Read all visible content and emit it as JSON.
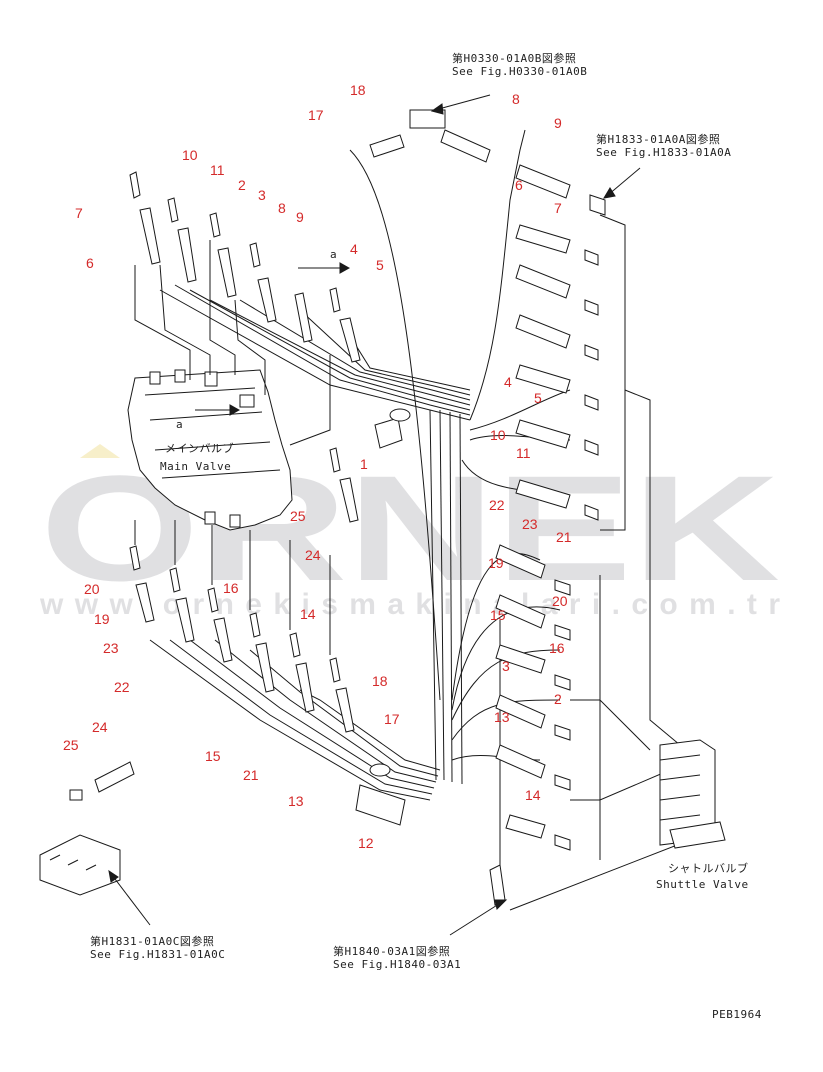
{
  "references": {
    "top": {
      "jp": "第H0330-01A0B図参照",
      "en": "See Fig.H0330-01A0B"
    },
    "right": {
      "jp": "第H1833-01A0A図参照",
      "en": "See Fig.H1833-01A0A"
    },
    "bottom_left": {
      "jp": "第H1831-01A0C図参照",
      "en": "See Fig.H1831-01A0C"
    },
    "bottom_center": {
      "jp": "第H1840-03A1図参照",
      "en": "See Fig.H1840-03A1"
    }
  },
  "main_valve": {
    "jp": "メインバルブ",
    "en": "Main Valve"
  },
  "shuttle_valve": {
    "jp": "シャトルバルブ",
    "en": "Shuttle Valve"
  },
  "detail_marker": "a",
  "drawing_code": "PEB1964",
  "watermark": {
    "big": "ORNEK",
    "url": "www.ornekismakinalari.com.tr"
  },
  "part_numbers": [
    "18",
    "17",
    "8",
    "9",
    "6",
    "7",
    "10",
    "11",
    "2",
    "3",
    "8",
    "9",
    "7",
    "6",
    "4",
    "5",
    "1",
    "4",
    "5",
    "10",
    "11",
    "22",
    "23",
    "21",
    "25",
    "24",
    "19",
    "20",
    "15",
    "16",
    "3",
    "2",
    "13",
    "14",
    "20",
    "19",
    "23",
    "22",
    "16",
    "14",
    "18",
    "17",
    "24",
    "25",
    "15",
    "21",
    "13",
    "12"
  ],
  "colors": {
    "part_number": "#d42a2a",
    "line": "#1a1a1a",
    "watermark": "#c8c8cc",
    "watermark_accent": "#f2e2a0"
  }
}
